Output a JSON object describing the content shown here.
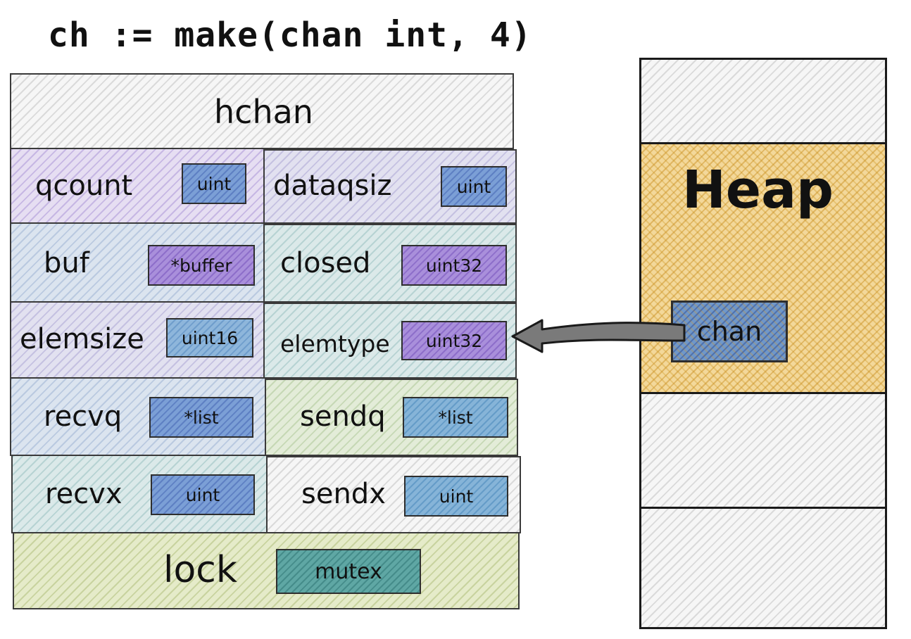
{
  "header": {
    "code": "ch := make(chan int, 4)"
  },
  "hchan": {
    "title": "hchan",
    "fields": [
      {
        "name": "qcount",
        "type": "uint"
      },
      {
        "name": "dataqsiz",
        "type": "uint"
      },
      {
        "name": "buf",
        "type": "*buffer"
      },
      {
        "name": "closed",
        "type": "uint32"
      },
      {
        "name": "elemsize",
        "type": "uint16"
      },
      {
        "name": "elemtype",
        "type": "uint32"
      },
      {
        "name": "recvq",
        "type": "*list"
      },
      {
        "name": "sendq",
        "type": "*list"
      },
      {
        "name": "recvx",
        "type": "uint"
      },
      {
        "name": "sendx",
        "type": "uint"
      },
      {
        "name": "lock",
        "type": "mutex"
      }
    ]
  },
  "heap": {
    "title": "Heap",
    "item": "chan"
  },
  "colors": {
    "heap_fill": "#f3d89a",
    "arrow": "#7a7a7a",
    "outline": "#1a1a1a"
  }
}
